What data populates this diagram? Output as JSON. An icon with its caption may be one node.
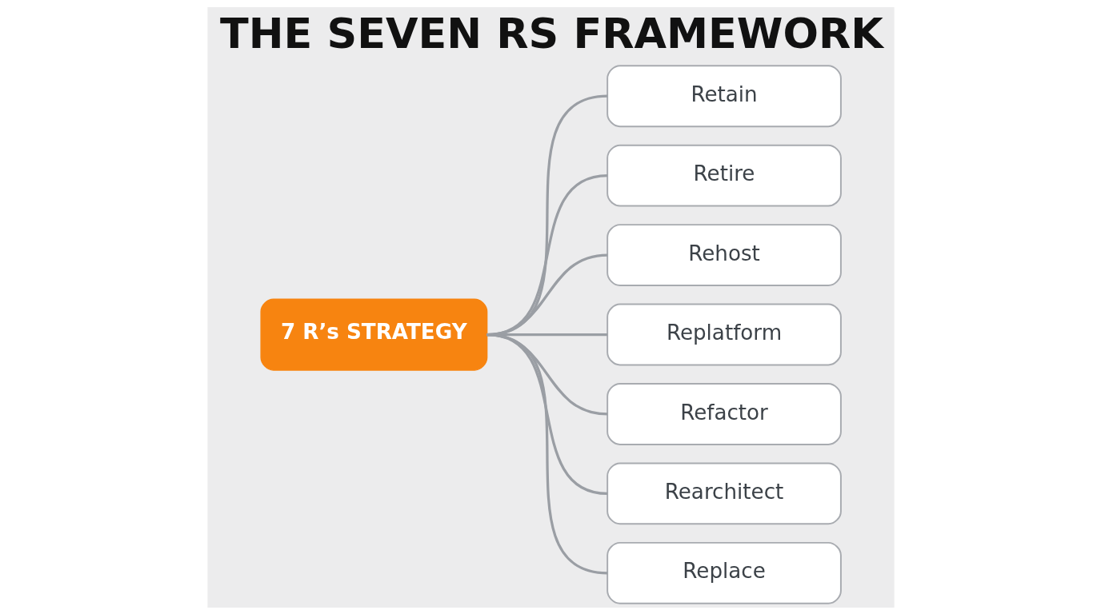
{
  "diagram": {
    "title": "THE SEVEN RS FRAMEWORK",
    "nodes": [
      {
        "text": [
          "7 R’s STRATEGY"
        ]
      },
      {
        "text": [
          "Retain"
        ]
      },
      {
        "text": [
          "Retire"
        ]
      },
      {
        "text": [
          "Rehost"
        ]
      },
      {
        "text": [
          "Replatform"
        ]
      },
      {
        "text": [
          "Refactor"
        ]
      },
      {
        "text": [
          "Rearchitect"
        ]
      },
      {
        "text": [
          "Replace"
        ]
      }
    ],
    "edges": [
      {
        "from": 0,
        "to": 1,
        "arrow": "none"
      },
      {
        "from": 0,
        "to": 2,
        "arrow": "none"
      },
      {
        "from": 0,
        "to": 3,
        "arrow": "none"
      },
      {
        "from": 0,
        "to": 4,
        "arrow": "none"
      },
      {
        "from": 0,
        "to": 5,
        "arrow": "none"
      },
      {
        "from": 0,
        "to": 6,
        "arrow": "none"
      },
      {
        "from": 0,
        "to": 7,
        "arrow": "none"
      }
    ]
  }
}
